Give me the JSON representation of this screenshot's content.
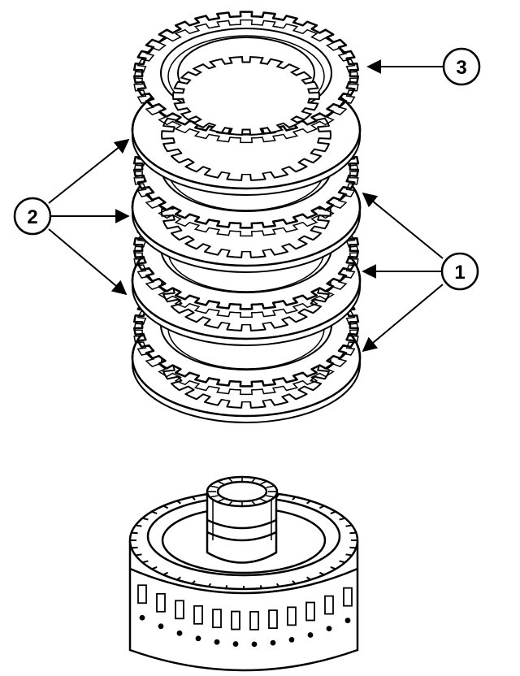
{
  "colors": {
    "ink": "#000000",
    "paper": "#ffffff"
  },
  "callouts": [
    {
      "id": "c1",
      "label": "1",
      "meaning": ""
    },
    {
      "id": "c2",
      "label": "2",
      "meaning": ""
    },
    {
      "id": "c3",
      "label": "3",
      "meaning": ""
    }
  ]
}
